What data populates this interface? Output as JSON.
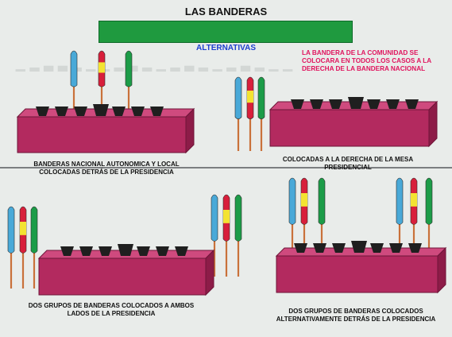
{
  "title": "LAS BANDERAS",
  "alternatives_label": "ALTERNATIVAS",
  "note": "LA BANDERA DE LA COMUNIDAD SE COLOCARA EN TODOS LOS CASOS A LA DERECHA DE LA BANDERA NACIONAL",
  "captions": {
    "top_left": "BANDERAS NACIONAL AUTONOMICA Y LOCAL COLOCADAS DETRÁS DE LA PRESIDENCIA",
    "top_right": "COLOCADAS A LA DERECHA DE LA MESA PRESIDENCIAL",
    "bottom_left": "DOS GRUPOS DE BANDERAS COLOCADOS A AMBOS LADOS DE LA PRESIDENCIA",
    "bottom_right": "DOS GRUPOS DE BANDERAS COLOCADOS ALTERNATIVAMENTE DETRÁS DE LA PRESIDENCIA"
  },
  "colors": {
    "table_top": "#cf4a7e",
    "table_front": "#b32a5f",
    "table_side": "#8d1c48",
    "flag_blue": "#49a9d8",
    "flag_red": "#d81f3b",
    "flag_yellow": "#f3e332",
    "flag_green": "#1c9c48",
    "pole": "#c9713a",
    "chair": "#1f1f1f"
  }
}
